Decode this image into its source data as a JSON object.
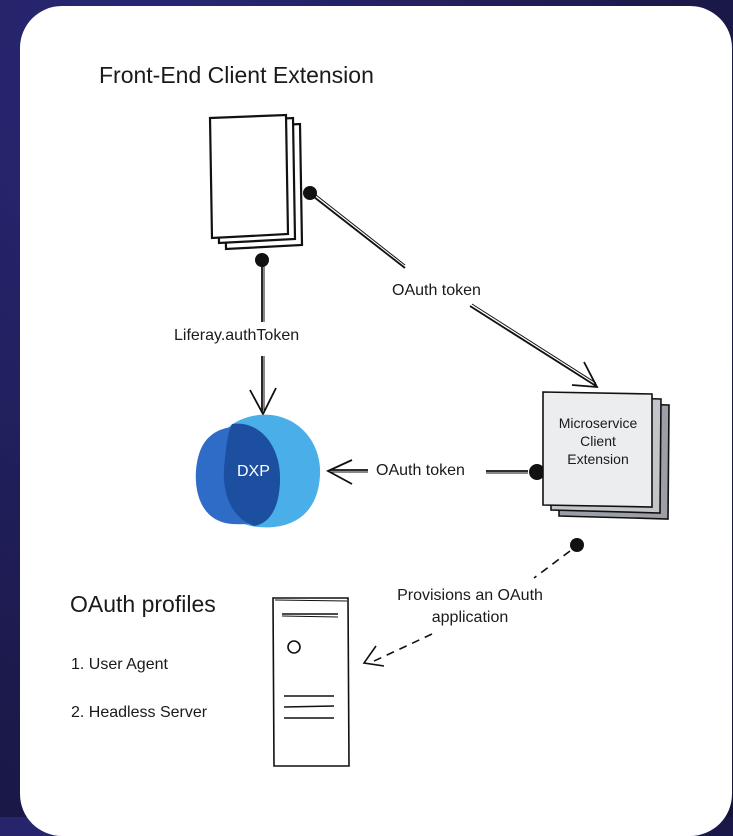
{
  "title": "Front-End Client Extension",
  "edges": {
    "liferay_token": "Liferay.authToken",
    "oauth_token_1": "OAuth token",
    "oauth_token_2": "OAuth token",
    "provisions_line1": "Provisions an OAuth",
    "provisions_line2": "application"
  },
  "dxp": {
    "label": "DXP"
  },
  "microservice": {
    "line1": "Microservice",
    "line2": "Client",
    "line3": "Extension"
  },
  "profiles": {
    "heading": "OAuth profiles",
    "items": [
      "1. User Agent",
      "2. Headless Server"
    ]
  },
  "colors": {
    "dxp_light": "#4aaee8",
    "dxp_dark": "#2f6cc7",
    "dxp_overlap": "#1d4fa0",
    "page_bg": "#1f1d52",
    "card_bg": "#ffffff"
  },
  "icons": [
    "document-stack-icon",
    "dxp-logo-icon",
    "server-tower-icon",
    "microservice-stack-icon"
  ]
}
